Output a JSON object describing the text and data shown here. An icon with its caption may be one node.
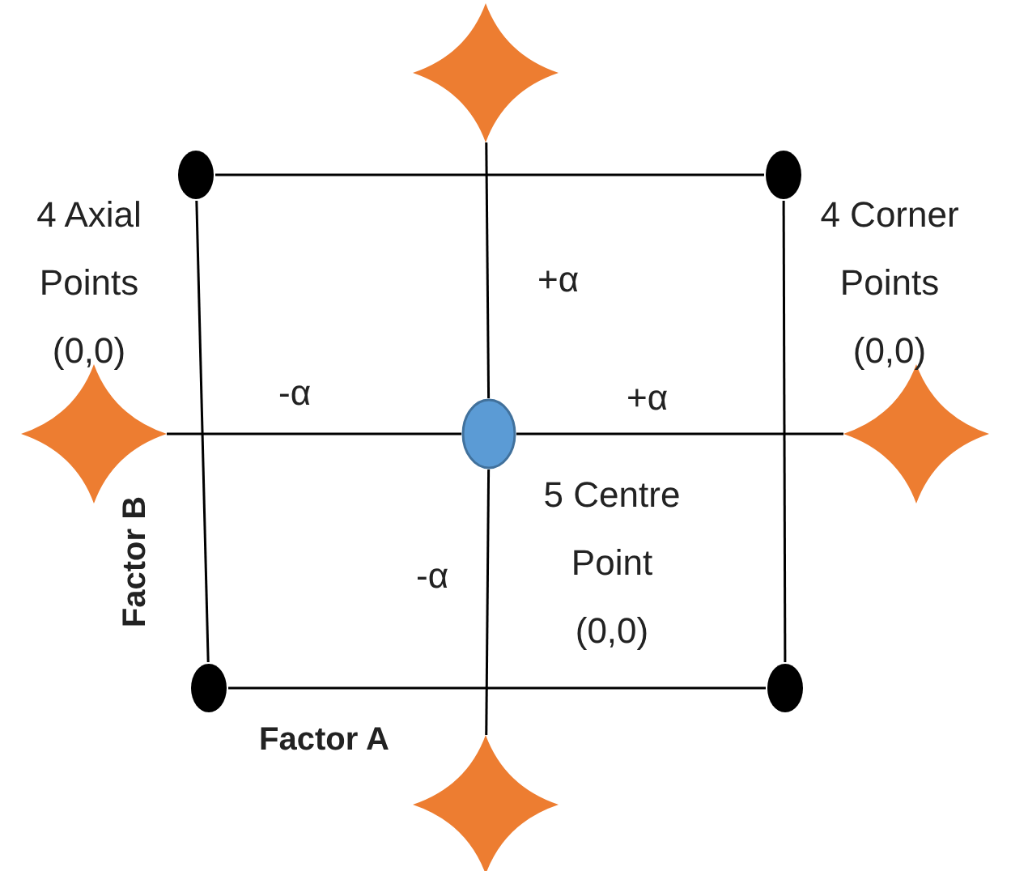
{
  "diagram": {
    "nodes": [
      {
        "text": [],
        "shape": "star"
      },
      {
        "text": [],
        "shape": "circle"
      },
      {
        "text": [],
        "shape": "circle"
      },
      {
        "text": [],
        "shape": "star"
      },
      {
        "text": [],
        "shape": "circle"
      },
      {
        "text": [],
        "shape": "star"
      },
      {
        "text": [],
        "shape": "circle"
      },
      {
        "text": [],
        "shape": "circle"
      },
      {
        "text": [],
        "shape": "star"
      }
    ],
    "edges": [
      {
        "from": 1,
        "to": 2,
        "arrow": "none"
      },
      {
        "from": 2,
        "to": 7,
        "arrow": "none"
      },
      {
        "from": 7,
        "to": 6,
        "arrow": "none"
      },
      {
        "from": 6,
        "to": 1,
        "arrow": "none"
      },
      {
        "from": 0,
        "to": 4,
        "arrow": "none",
        "label": "+α"
      },
      {
        "from": 3,
        "to": 4,
        "arrow": "none",
        "label": "-α"
      },
      {
        "from": 4,
        "to": 5,
        "arrow": "none",
        "label": "+α"
      },
      {
        "from": 4,
        "to": 8,
        "arrow": "none",
        "label": "-α"
      }
    ],
    "labels": [
      "4 Axial Points (0,0)",
      "4 Corner Points (0,0)",
      "5 Centre Point (0,0)",
      "Factor B",
      "Factor A"
    ]
  }
}
